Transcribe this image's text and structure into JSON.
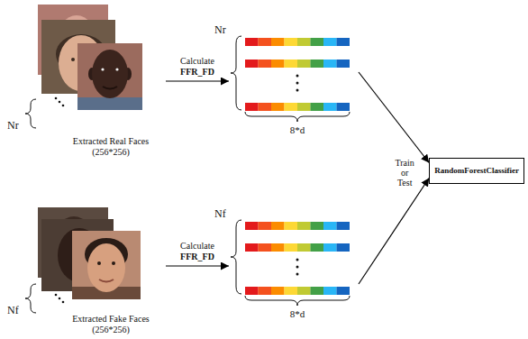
{
  "diagram": {
    "nodes": [
      {
        "text": [
          "Extracted Real Faces (256*256)"
        ]
      },
      {
        "text": [
          "8*d"
        ]
      },
      {
        "text": [
          "Extracted Fake Faces (256*256)"
        ]
      },
      {
        "text": [
          "8*d"
        ]
      },
      {
        "text": [
          "RandomForestClassifier"
        ]
      }
    ],
    "edges": [
      {
        "from": 0,
        "to": 1,
        "label": "Calculate FFR_FD",
        "arrow": "to"
      },
      {
        "from": 2,
        "to": 3,
        "label": "Calculate FFR_FD",
        "arrow": "to"
      },
      {
        "from": 1,
        "to": 4,
        "arrow": "to"
      },
      {
        "from": 3,
        "to": 4,
        "arrow": "to"
      }
    ],
    "labels": [
      "Nr",
      "Nr",
      "Nf",
      "Nf",
      "Train or Test"
    ]
  }
}
